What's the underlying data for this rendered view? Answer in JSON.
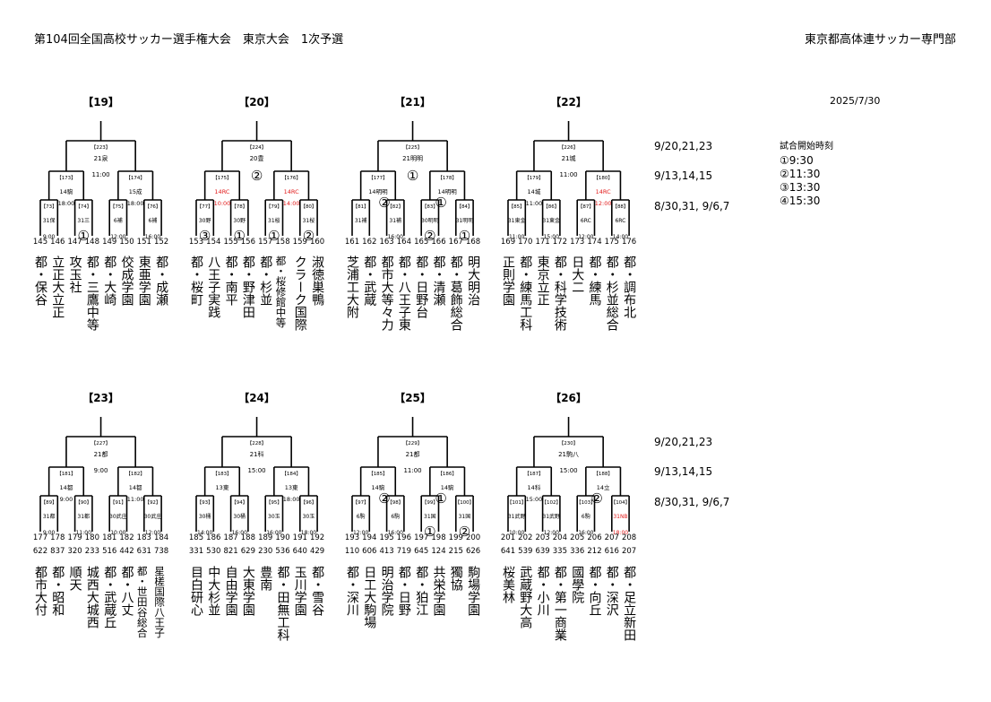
{
  "header": {
    "title": "第104回全国高校サッカー選手権大会　東京大会　1次予選",
    "org": "東京都高体連サッカー専門部",
    "date": "2025/7/30"
  },
  "rounds": {
    "r1": "9/20,21,23",
    "r2": "9/13,14,15",
    "r3": "8/30,31, 9/6,7"
  },
  "start_times": {
    "title": "試合開始時刻",
    "items": [
      "①9:30",
      "②11:30",
      "③13:30",
      "④15:30"
    ]
  },
  "blocks": [
    {
      "title": "【19】",
      "final": {
        "id": "【223】",
        "venue": "21泉",
        "time": "11:00"
      },
      "semis": [
        {
          "id": "【173】",
          "venue": "14駒",
          "time": "18:00"
        },
        {
          "id": "【174】",
          "venue": "15成",
          "time": "18:00"
        }
      ],
      "games": [
        {
          "id": "【73】",
          "venue": "31保",
          "time": "9:00",
          "circ": ""
        },
        {
          "id": "【74】",
          "venue": "31三",
          "time": "",
          "circ": "①"
        },
        {
          "id": "【75】",
          "venue": "6補",
          "time": "12:00",
          "circ": ""
        },
        {
          "id": "【76】",
          "venue": "6補",
          "time": "16:00",
          "circ": ""
        }
      ],
      "nums": [
        "145",
        "146",
        "147",
        "148",
        "149",
        "150",
        "151",
        "152"
      ],
      "codes": [],
      "teams": [
        "都・保谷",
        "立正大立正",
        "攻玉社",
        "都・三鷹中等",
        "都・大崎",
        "佼成学園",
        "東亜学園",
        "都・成瀬"
      ]
    },
    {
      "title": "【20】",
      "final": {
        "id": "【224】",
        "venue": "20豊",
        "time": "",
        "circ": "②"
      },
      "semis": [
        {
          "id": "【175】",
          "venue": "14RC",
          "time": "10:00",
          "red": true
        },
        {
          "id": "【176】",
          "venue": "14RC",
          "time": "14:00",
          "red": true
        }
      ],
      "games": [
        {
          "id": "【77】",
          "venue": "30野",
          "time": "",
          "circ": "③"
        },
        {
          "id": "【78】",
          "venue": "30野",
          "time": "",
          "circ": "①"
        },
        {
          "id": "【79】",
          "venue": "31桜",
          "time": "",
          "circ": "①"
        },
        {
          "id": "【80】",
          "venue": "31桜",
          "time": "",
          "circ": "②"
        }
      ],
      "nums": [
        "153",
        "154",
        "155",
        "156",
        "157",
        "158",
        "159",
        "160"
      ],
      "codes": [],
      "teams": [
        "都・桜町",
        "八王子実践",
        "都・南平",
        "都・野津田",
        "都・杉並",
        "都・桜修館中等",
        "クラーク国際",
        "淑徳巣鴨"
      ]
    },
    {
      "title": "【21】",
      "final": {
        "id": "【225】",
        "venue": "21明明",
        "time": "",
        "circ": "①"
      },
      "semis": [
        {
          "id": "【177】",
          "venue": "14明明",
          "time": "",
          "circ": "②"
        },
        {
          "id": "【178】",
          "venue": "14明明",
          "time": "",
          "circ": "①"
        }
      ],
      "games": [
        {
          "id": "【81】",
          "venue": "31補",
          "time": "",
          "circ": ""
        },
        {
          "id": "【82】",
          "venue": "31補",
          "time": "16:00",
          "circ": ""
        },
        {
          "id": "【83】",
          "venue": "30明明",
          "time": "",
          "circ": "②"
        },
        {
          "id": "【84】",
          "venue": "31明明",
          "time": "",
          "circ": "①"
        }
      ],
      "nums": [
        "161",
        "162",
        "163",
        "164",
        "165",
        "166",
        "167",
        "168"
      ],
      "codes": [],
      "teams": [
        "芝浦工大附",
        "都・武蔵",
        "都市大等々力",
        "都・八王子東",
        "都・日野台",
        "都・清瀬",
        "都・葛飾総合",
        "明大明治"
      ]
    },
    {
      "title": "【22】",
      "final": {
        "id": "【226】",
        "venue": "21城",
        "time": "11:00"
      },
      "semis": [
        {
          "id": "【179】",
          "venue": "14城",
          "time": "11:00"
        },
        {
          "id": "【180】",
          "venue": "14RC",
          "time": "12:00",
          "red": true
        }
      ],
      "games": [
        {
          "id": "【85】",
          "venue": "31東金",
          "time": "11:00",
          "circ": ""
        },
        {
          "id": "【86】",
          "venue": "31東金",
          "time": "15:00",
          "circ": ""
        },
        {
          "id": "【87】",
          "venue": "6RC",
          "time": "12:00",
          "circ": ""
        },
        {
          "id": "【88】",
          "venue": "6RC",
          "time": "14:00",
          "circ": ""
        }
      ],
      "nums": [
        "169",
        "170",
        "171",
        "172",
        "173",
        "174",
        "175",
        "176"
      ],
      "codes": [],
      "teams": [
        "正則学園",
        "都・練馬工科",
        "東京立正",
        "都・科学技術",
        "日大二",
        "都・練馬",
        "都・杉並総合",
        "都・調布北"
      ]
    },
    {
      "title": "【23】",
      "final": {
        "id": "【227】",
        "venue": "21都",
        "time": "9:00"
      },
      "semis": [
        {
          "id": "【181】",
          "venue": "14都",
          "time": "9:00"
        },
        {
          "id": "【182】",
          "venue": "14都",
          "time": "11:00"
        }
      ],
      "games": [
        {
          "id": "【89】",
          "venue": "31都",
          "time": "9:00",
          "circ": ""
        },
        {
          "id": "【90】",
          "venue": "31都",
          "time": "11:00",
          "circ": ""
        },
        {
          "id": "【91】",
          "venue": "30武庄",
          "time": "10:00",
          "circ": ""
        },
        {
          "id": "【92】",
          "venue": "30武庄",
          "time": "12:00",
          "circ": ""
        }
      ],
      "nums": [
        "177",
        "178",
        "179",
        "180",
        "181",
        "182",
        "183",
        "184"
      ],
      "codes": [
        "622",
        "837",
        "320",
        "233",
        "516",
        "442",
        "631",
        "738"
      ],
      "teams": [
        "都市大付",
        "都・昭和",
        "順天",
        "城西大城西",
        "都・武蔵丘",
        "都・八丈",
        "都・世田谷総合",
        "星槎国際八王子"
      ]
    },
    {
      "title": "【24】",
      "final": {
        "id": "【228】",
        "venue": "21科",
        "time": "15:00"
      },
      "semis": [
        {
          "id": "【183】",
          "venue": "13東",
          "time": ""
        },
        {
          "id": "【184】",
          "venue": "13東",
          "time": "18:00"
        }
      ],
      "games": [
        {
          "id": "【93】",
          "venue": "30桶",
          "time": "14:00",
          "circ": ""
        },
        {
          "id": "【94】",
          "venue": "30桶",
          "time": "16:00",
          "circ": ""
        },
        {
          "id": "【95】",
          "venue": "30玉",
          "time": "16:00",
          "circ": ""
        },
        {
          "id": "【96】",
          "venue": "30玉",
          "time": "18:00",
          "circ": ""
        }
      ],
      "nums": [
        "185",
        "186",
        "187",
        "188",
        "189",
        "190",
        "191",
        "192"
      ],
      "codes": [
        "331",
        "530",
        "821",
        "629",
        "230",
        "536",
        "640",
        "429"
      ],
      "teams": [
        "目白研心",
        "中大杉並",
        "自由学園",
        "大東学園",
        "豊南",
        "都・田無工科",
        "玉川学園",
        "都・雪谷"
      ]
    },
    {
      "title": "【25】",
      "final": {
        "id": "【229】",
        "venue": "21都",
        "time": "11:00"
      },
      "semis": [
        {
          "id": "【185】",
          "venue": "14駒",
          "time": "",
          "circ": "②"
        },
        {
          "id": "【186】",
          "venue": "14駒",
          "time": "",
          "circ": "①"
        }
      ],
      "games": [
        {
          "id": "【97】",
          "venue": "6駒",
          "time": "12:00",
          "circ": ""
        },
        {
          "id": "【98】",
          "venue": "6駒",
          "time": "16:00",
          "circ": ""
        },
        {
          "id": "【99】",
          "venue": "31国",
          "time": "",
          "circ": "①"
        },
        {
          "id": "【100】",
          "venue": "31国",
          "time": "",
          "circ": "②"
        }
      ],
      "nums": [
        "193",
        "194",
        "195",
        "196",
        "197",
        "198",
        "199",
        "200"
      ],
      "codes": [
        "110",
        "606",
        "413",
        "719",
        "645",
        "124",
        "215",
        "626"
      ],
      "teams": [
        "都・深川",
        "日工大駒場",
        "明治学院",
        "都・日野",
        "都・狛江",
        "共栄学園",
        "獨協",
        "駒場学園"
      ]
    },
    {
      "title": "【26】",
      "final": {
        "id": "【230】",
        "venue": "21駒八",
        "time": "15:00"
      },
      "semis": [
        {
          "id": "【187】",
          "venue": "14科",
          "time": "15:00"
        },
        {
          "id": "【188】",
          "venue": "14立",
          "time": "",
          "circ": "②"
        }
      ],
      "games": [
        {
          "id": "【101】",
          "venue": "31武野",
          "time": "10:00",
          "circ": ""
        },
        {
          "id": "【102】",
          "venue": "31武野",
          "time": "12:00",
          "circ": ""
        },
        {
          "id": "【103】",
          "venue": "6駒",
          "time": "16:00",
          "circ": ""
        },
        {
          "id": "【104】",
          "venue": "31NB",
          "time": "18:00",
          "circ": "",
          "red": true
        }
      ],
      "nums": [
        "201",
        "202",
        "203",
        "204",
        "205",
        "206",
        "207",
        "208"
      ],
      "codes": [
        "641",
        "539",
        "639",
        "335",
        "336",
        "212",
        "616",
        "207"
      ],
      "teams": [
        "桜美林",
        "武蔵野大高",
        "都・小川",
        "都・第一商業",
        "國學院",
        "都・向丘",
        "都・深沢",
        "都・足立新田"
      ]
    }
  ]
}
